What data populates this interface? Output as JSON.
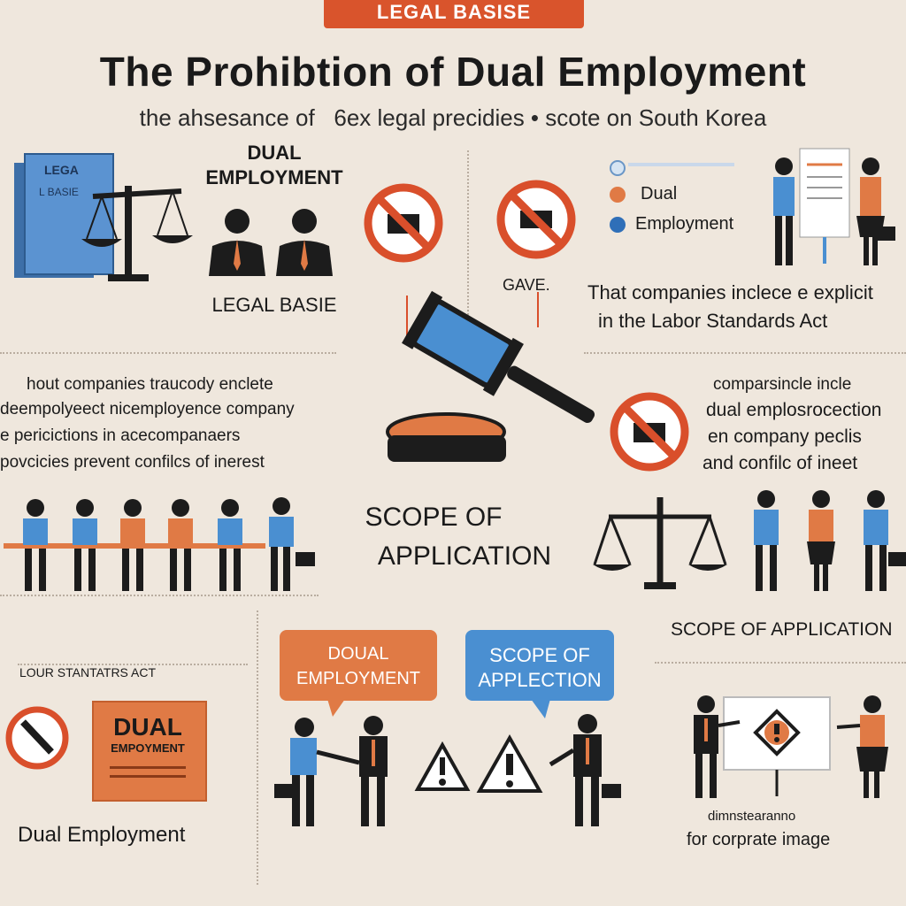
{
  "header": {
    "tag": "LEGAL BASISE",
    "title": "The Prohibtion of Dual Employment",
    "subtitle": "the ahsesance of   6ex legal precidies • scote on South Korea"
  },
  "top_left": {
    "book_label_1": "LEGA",
    "book_label_2": "L BASIE",
    "heading_1": "DUAL",
    "heading_2": "EMPLOYMENT",
    "caption": "LEGAL BASIE"
  },
  "top_mid": {
    "caption": "GAVE."
  },
  "top_right": {
    "legend_1": "Dual",
    "legend_2": "Employment",
    "text_1": "That companies inclece e explicit",
    "text_2": "in the Labor Standards Act"
  },
  "mid_left": {
    "line_1": "hout companies traucody enclete",
    "line_2": "deempolyeect nicemployence company",
    "line_3": "e pericictions in acecompanaers",
    "line_4": "povcicies prevent confilcs of inerest"
  },
  "mid_right": {
    "line_1": "comparsincle incle",
    "line_2": "dual emplosrocection",
    "line_3": "en company peclis",
    "line_4": "and confilc of ineet"
  },
  "center": {
    "scope_1": "SCOPE OF",
    "scope_2": "APPLICATION"
  },
  "right_mid": {
    "caption": "SCOPE OF APPLICATION"
  },
  "bottom_left": {
    "act_label": "LOUR STANTATRS ACT",
    "doc_1": "DUAL",
    "doc_2": "EMPOYMENT",
    "caption": "Dual Employment"
  },
  "bottom_mid": {
    "bubble_orange_1": "DOUAL",
    "bubble_orange_2": "EMPLOYMENT",
    "bubble_blue_1": "SCOPE OF",
    "bubble_blue_2": "APPLECTION"
  },
  "bottom_right": {
    "caption_1": "dimnstearanno",
    "caption_2": "for corprate image"
  },
  "colors": {
    "orange": "#e07a45",
    "blue": "#4a8fd1",
    "dark": "#1c1c1c",
    "red": "#d94f2b"
  }
}
